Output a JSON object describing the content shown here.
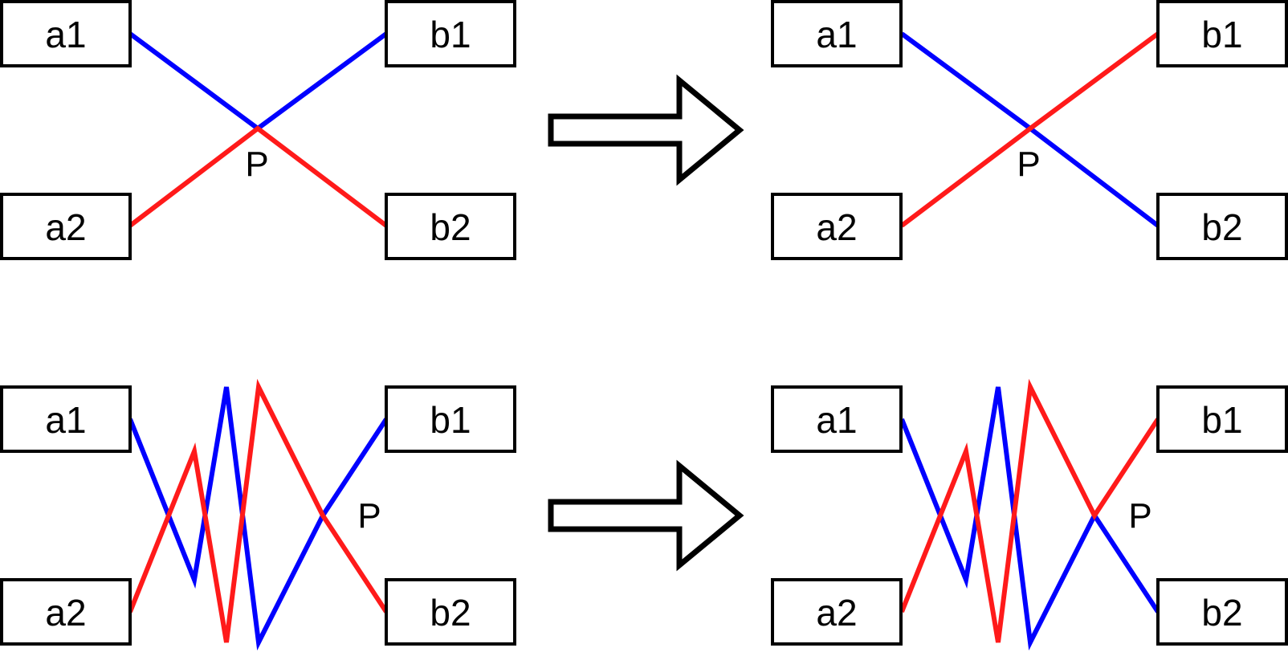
{
  "colors": {
    "path_1": "#0000ff",
    "path_2": "#ff1a1a",
    "outline": "#000000"
  },
  "panels": {
    "top_before": {
      "node_a1": "a1",
      "node_a2": "a2",
      "node_b1": "b1",
      "node_b2": "b2",
      "point": "P"
    },
    "top_after": {
      "node_a1": "a1",
      "node_a2": "a2",
      "node_b1": "b1",
      "node_b2": "b2",
      "point": "P"
    },
    "bottom_before": {
      "node_a1": "a1",
      "node_a2": "a2",
      "node_b1": "b1",
      "node_b2": "b2",
      "point": "P"
    },
    "bottom_after": {
      "node_a1": "a1",
      "node_a2": "a2",
      "node_b1": "b1",
      "node_b2": "b2",
      "point": "P"
    }
  },
  "arrows": [
    {
      "from": "top_before",
      "to": "top_after",
      "icon": "right-arrow-icon"
    },
    {
      "from": "bottom_before",
      "to": "bottom_after",
      "icon": "right-arrow-icon"
    }
  ]
}
